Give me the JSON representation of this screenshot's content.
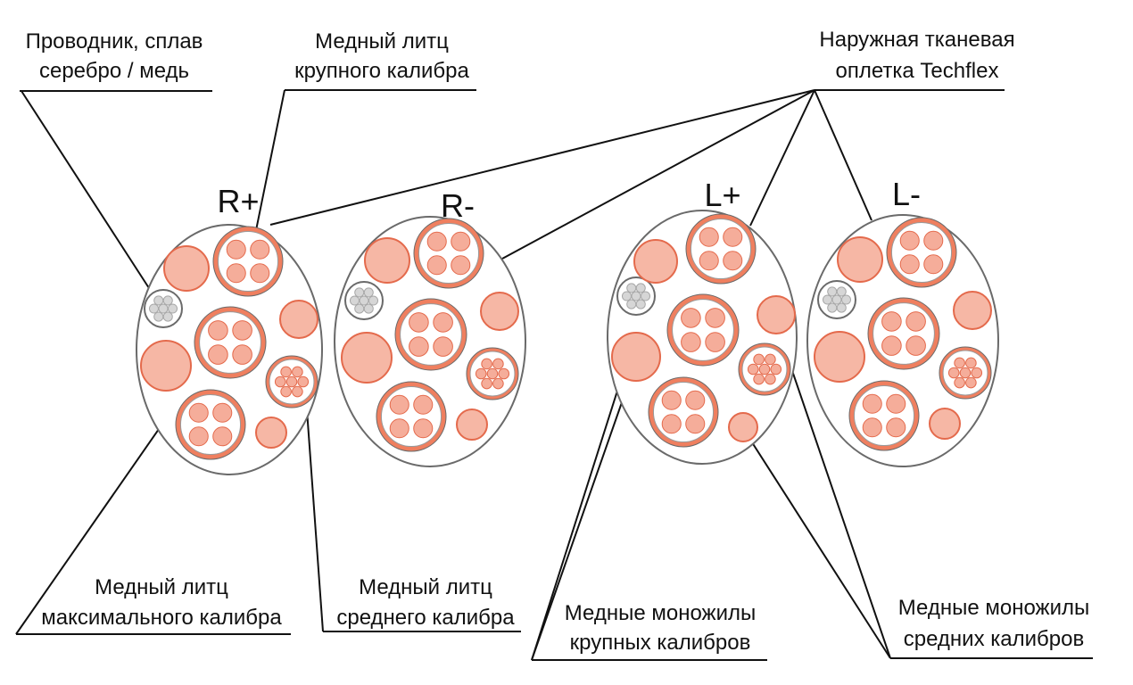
{
  "channels": [
    {
      "id": "r-plus",
      "label": "R+",
      "single_small": "round"
    },
    {
      "id": "r-minus",
      "label": "R-",
      "single_small": "round"
    },
    {
      "id": "l-plus",
      "label": "L+",
      "single_small": "small"
    },
    {
      "id": "l-minus",
      "label": "L-",
      "single_small": "round"
    }
  ],
  "callouts": {
    "silver_conductor": {
      "line1": "Проводник, сплав",
      "line2": "серебро / медь"
    },
    "litz_large": {
      "line1": "Медный литц",
      "line2": "крупного калибра"
    },
    "techflex": {
      "line1": "Наружная тканевая",
      "line2": "оплетка Techflex"
    },
    "litz_max": {
      "line1": "Медный литц",
      "line2": "максимального калибра"
    },
    "litz_medium": {
      "line1": "Медный литц",
      "line2": "среднего калибра"
    },
    "mono_large": {
      "line1": "Медные моножилы",
      "line2": "крупных калибров"
    },
    "mono_medium": {
      "line1": "Медные моножилы",
      "line2": "средних калибров"
    }
  },
  "colors": {
    "copper_fill": "#f6b7a5",
    "copper_stroke": "#e46a4c",
    "litz_ring": "#ef7f5f",
    "inner_strand": "#f5ad9a",
    "silver_strand": "#d6d6d6",
    "outline": "#6a6a6a",
    "line": "#111111",
    "sheath_fill": "#ffffff"
  }
}
